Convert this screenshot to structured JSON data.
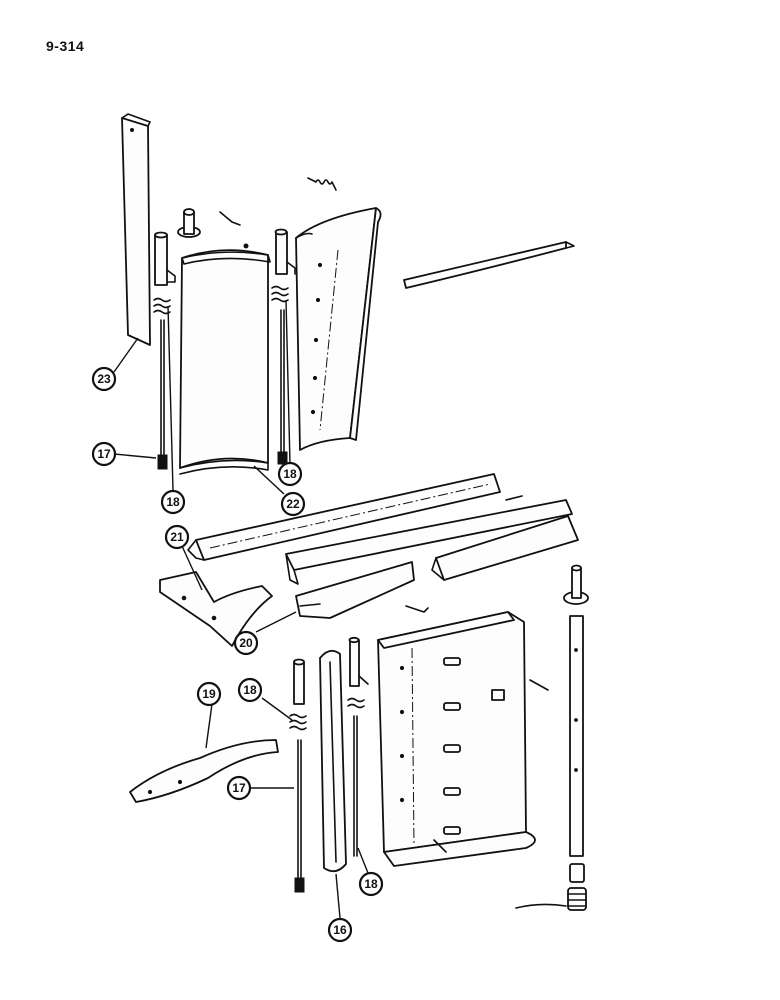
{
  "page": {
    "number": "9-314"
  },
  "callouts": [
    {
      "id": "c23",
      "label": "23"
    },
    {
      "id": "c17a",
      "label": "17"
    },
    {
      "id": "c18a",
      "label": "18"
    },
    {
      "id": "c18b",
      "label": "18"
    },
    {
      "id": "c22",
      "label": "22"
    },
    {
      "id": "c21",
      "label": "21"
    },
    {
      "id": "c20",
      "label": "20"
    },
    {
      "id": "c19",
      "label": "19"
    },
    {
      "id": "c18c",
      "label": "18"
    },
    {
      "id": "c17b",
      "label": "17"
    },
    {
      "id": "c18d",
      "label": "18"
    },
    {
      "id": "c16",
      "label": "16"
    }
  ]
}
